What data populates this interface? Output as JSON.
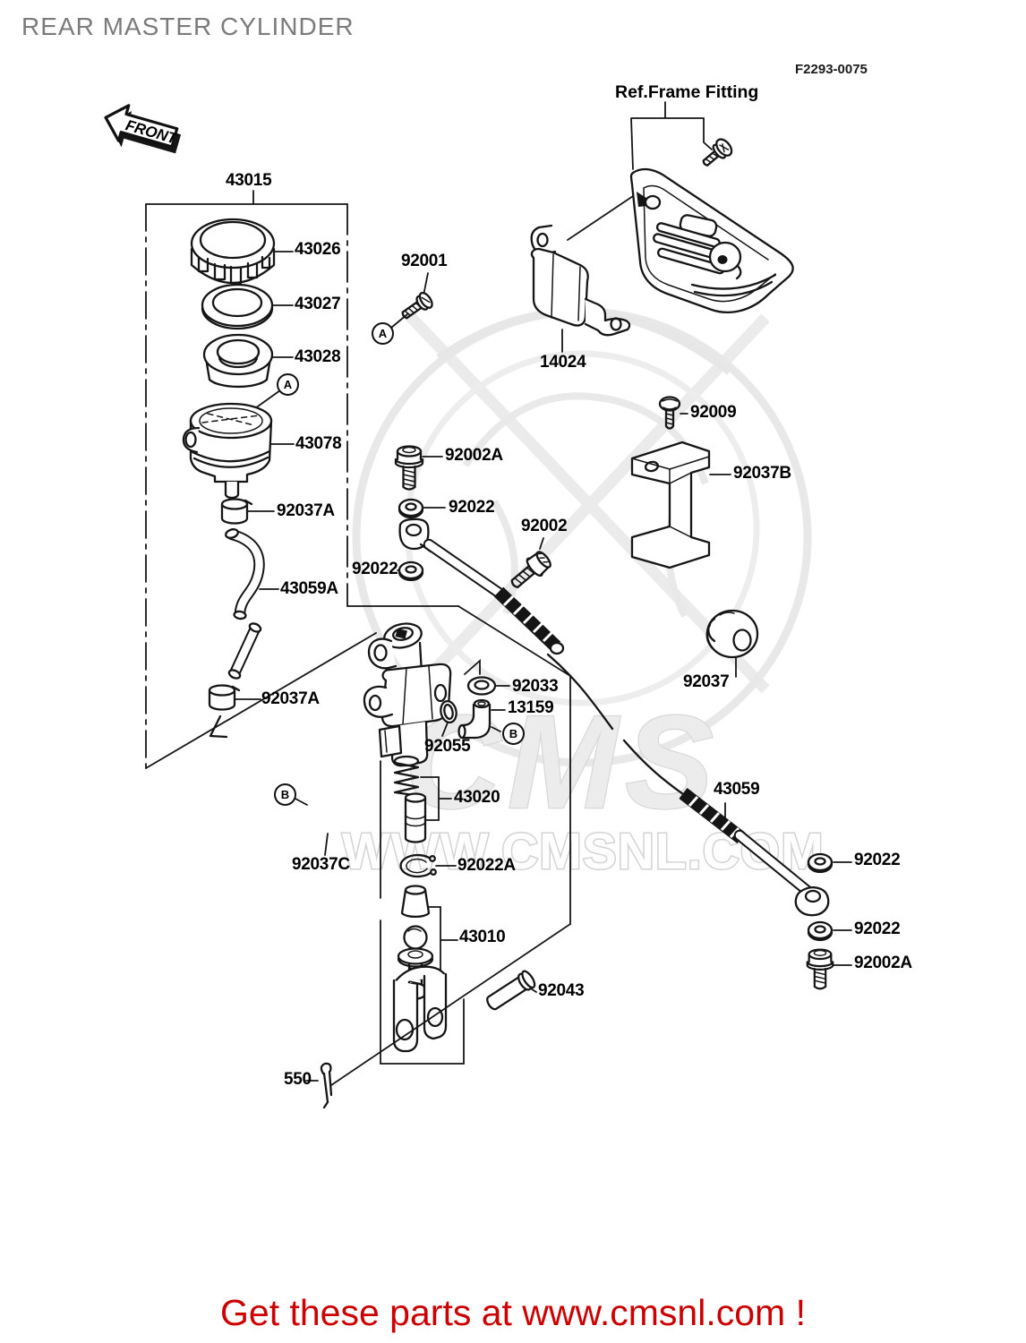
{
  "page": {
    "title": "REAR MASTER CYLINDER",
    "figure_code": "F2293-0075",
    "footer_text": "Get these parts at www.cmsnl.com !"
  },
  "diagram": {
    "front_marker": "FRONT",
    "ref_frame_fitting": "Ref.Frame Fitting",
    "ref_markers": {
      "a": "A",
      "b": "B"
    },
    "watermark": {
      "logo": "CMS",
      "url": "WWW.CMSNL.COM"
    },
    "colors": {
      "line": "#151515",
      "title_gray": "#7b7b7b",
      "footer_red": "#cc0000",
      "watermark_gray": "#e0e0e0"
    },
    "callouts": {
      "43015": "43015",
      "43026": "43026",
      "43027": "43027",
      "43028": "43028",
      "43078": "43078",
      "92037a_upper": "92037A",
      "43059a": "43059A",
      "92037a_lower": "92037A",
      "92001": "92001",
      "92002a_top": "92002A",
      "92022_top": "92022",
      "92022_left": "92022",
      "92002": "92002",
      "92033": "92033",
      "13159": "13159",
      "92055": "92055",
      "43020": "43020",
      "92037c": "92037C",
      "92022a_mid": "92022A",
      "43010": "43010",
      "92043": "92043",
      "550": "550",
      "14024": "14024",
      "92009": "92009",
      "92037b": "92037B",
      "92037": "92037",
      "43059": "43059",
      "92022_right_upper": "92022",
      "92022_right_lower": "92022",
      "92002a_right": "92002A"
    }
  }
}
